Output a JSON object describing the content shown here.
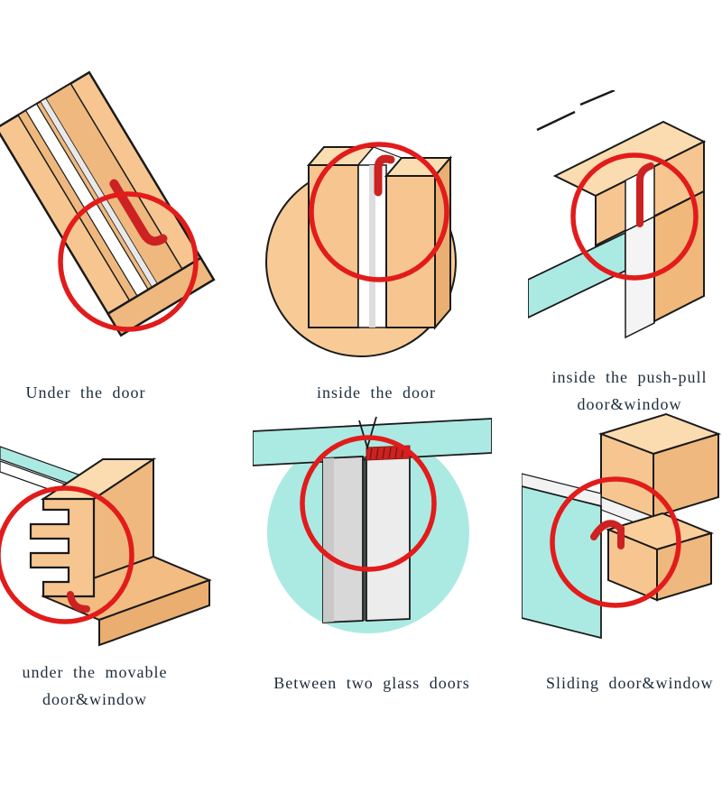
{
  "figure": {
    "type": "seal-strip-installation-locations-diagram",
    "colors": {
      "background": "#ffffff",
      "wood": "#F7C690",
      "wood_light": "#FBDCB0",
      "wood_dark": "#EFB87E",
      "glass_cyan": "#ABEAE3",
      "seal_red": "#CC2222",
      "circle_red": "#E21B1B",
      "door_gray": "#D8D8D8",
      "door_light_gray": "#ECECEC",
      "strip_white": "#FFFFFF",
      "outline_black": "#1A1A1A",
      "label_text": "#1C2B3A"
    },
    "cells": [
      {
        "id": "under-the-door",
        "label_lines": [
          "Under the door"
        ]
      },
      {
        "id": "inside-the-door",
        "label_lines": [
          "inside the door"
        ]
      },
      {
        "id": "inside-push-pull",
        "label_lines": [
          "inside the push-pull",
          "door&window"
        ]
      },
      {
        "id": "under-movable",
        "label_lines": [
          "under the movable",
          "door&window"
        ]
      },
      {
        "id": "between-two-glass-doors",
        "label_lines": [
          "Between two glass doors"
        ]
      },
      {
        "id": "sliding-door-window",
        "label_lines": [
          "Sliding door&window"
        ]
      }
    ]
  }
}
